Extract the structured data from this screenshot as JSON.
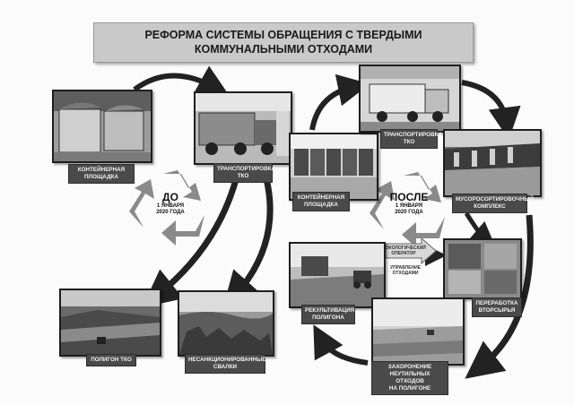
{
  "title": {
    "line1": "РЕФОРМА СИСТЕМЫ ОБРАЩЕНИЯ С ТВЕРДЫМИ",
    "line2": "КОММУНАЛЬНЫМИ ОТХОДАМИ"
  },
  "before": {
    "big": "ДО",
    "date_line1": "1 ЯНВАРЯ",
    "date_line2": "2020 ГОДА"
  },
  "after": {
    "big": "ПОСЛЕ",
    "date_line1": "1 ЯНВАРЯ",
    "date_line2": "2020 ГОДА"
  },
  "labels": {
    "container_old": [
      "КОНТЕЙНЕРНАЯ",
      "ПЛОЩАДКА"
    ],
    "transport_old": [
      "ТРАНСПОРТИРОВКА",
      "ТКО"
    ],
    "container_new": [
      "КОНТЕЙНЕРНАЯ",
      "ПЛОЩАДКА"
    ],
    "transport_new": [
      "ТРАНСПОРТИРОВКА",
      "ТКО"
    ],
    "sorting": [
      "МУСОРОСОРТИРОВОЧНЫЙ",
      "КОМПЛЕКС"
    ],
    "recycling": [
      "ПЕРЕРАБОТКА",
      "ВТОРСЫРЬЯ"
    ],
    "landfill_new": [
      "ЗАХОРОНЕНИЕ",
      "НЕУТИЛЬНЫХ ОТХОДОВ",
      "НА ПОЛИГОНЕ"
    ],
    "recultivation": [
      "РЕКУЛЬТИВАЦИЯ",
      "ПОЛИГОНА"
    ],
    "landfill_old": [
      "ПОЛИГОН ТКО"
    ],
    "illegal_dumps": [
      "НЕСАНКЦИОНИРОВАННЫЕ",
      "СВАЛКИ"
    ]
  },
  "management": {
    "top": [
      "ЭКОЛОГИЧЕСКИЙ",
      "ОПЕРАТОР"
    ],
    "bottom": [
      "УПРАВЛЕНИЕ",
      "ОТХОДАМИ"
    ]
  },
  "colors": {
    "title_bg": "#c9c9c9",
    "label_bg": "#4a4a4a",
    "arrow": "#222222",
    "recycle": "#8a8a8a"
  }
}
